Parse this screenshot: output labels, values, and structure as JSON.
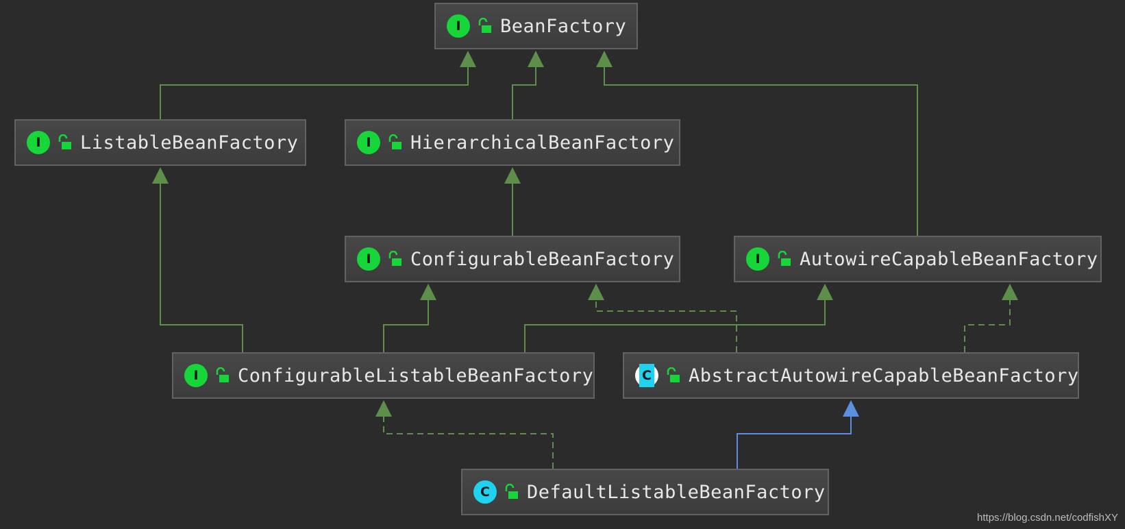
{
  "nodes": [
    {
      "id": "beanfactory",
      "kind": "interface",
      "badge": "I",
      "name": "BeanFactory"
    },
    {
      "id": "listable",
      "kind": "interface",
      "badge": "I",
      "name": "ListableBeanFactory"
    },
    {
      "id": "hierarchical",
      "kind": "interface",
      "badge": "I",
      "name": "HierarchicalBeanFactory"
    },
    {
      "id": "configurable",
      "kind": "interface",
      "badge": "I",
      "name": "ConfigurableBeanFactory"
    },
    {
      "id": "autowire",
      "kind": "interface",
      "badge": "I",
      "name": "AutowireCapableBeanFactory"
    },
    {
      "id": "configlistable",
      "kind": "interface",
      "badge": "I",
      "name": "ConfigurableListableBeanFactory"
    },
    {
      "id": "abstractautowire",
      "kind": "abstract-class",
      "badge": "C",
      "name": "AbstractAutowireCapableBeanFactory"
    },
    {
      "id": "defaultlistable",
      "kind": "class",
      "badge": "C",
      "name": "DefaultListableBeanFactory"
    }
  ],
  "edges": [
    {
      "from": "listable",
      "to": "beanfactory",
      "type": "extends"
    },
    {
      "from": "hierarchical",
      "to": "beanfactory",
      "type": "extends"
    },
    {
      "from": "autowire",
      "to": "beanfactory",
      "type": "extends"
    },
    {
      "from": "configurable",
      "to": "hierarchical",
      "type": "extends"
    },
    {
      "from": "configlistable",
      "to": "listable",
      "type": "extends"
    },
    {
      "from": "configlistable",
      "to": "configurable",
      "type": "extends"
    },
    {
      "from": "configlistable",
      "to": "autowire",
      "type": "extends"
    },
    {
      "from": "abstractautowire",
      "to": "configurable",
      "type": "implements"
    },
    {
      "from": "abstractautowire",
      "to": "autowire",
      "type": "implements"
    },
    {
      "from": "defaultlistable",
      "to": "configlistable",
      "type": "implements"
    },
    {
      "from": "defaultlistable",
      "to": "abstractautowire",
      "type": "class-extends"
    }
  ],
  "colors": {
    "background": "#2b2b2b",
    "interface_extends": "#5e8f4a",
    "class_extends": "#5b8fe0",
    "interface_badge": "#16d63a",
    "class_badge": "#1fd2ef"
  },
  "watermark": "https://blog.csdn.net/codfishXY"
}
